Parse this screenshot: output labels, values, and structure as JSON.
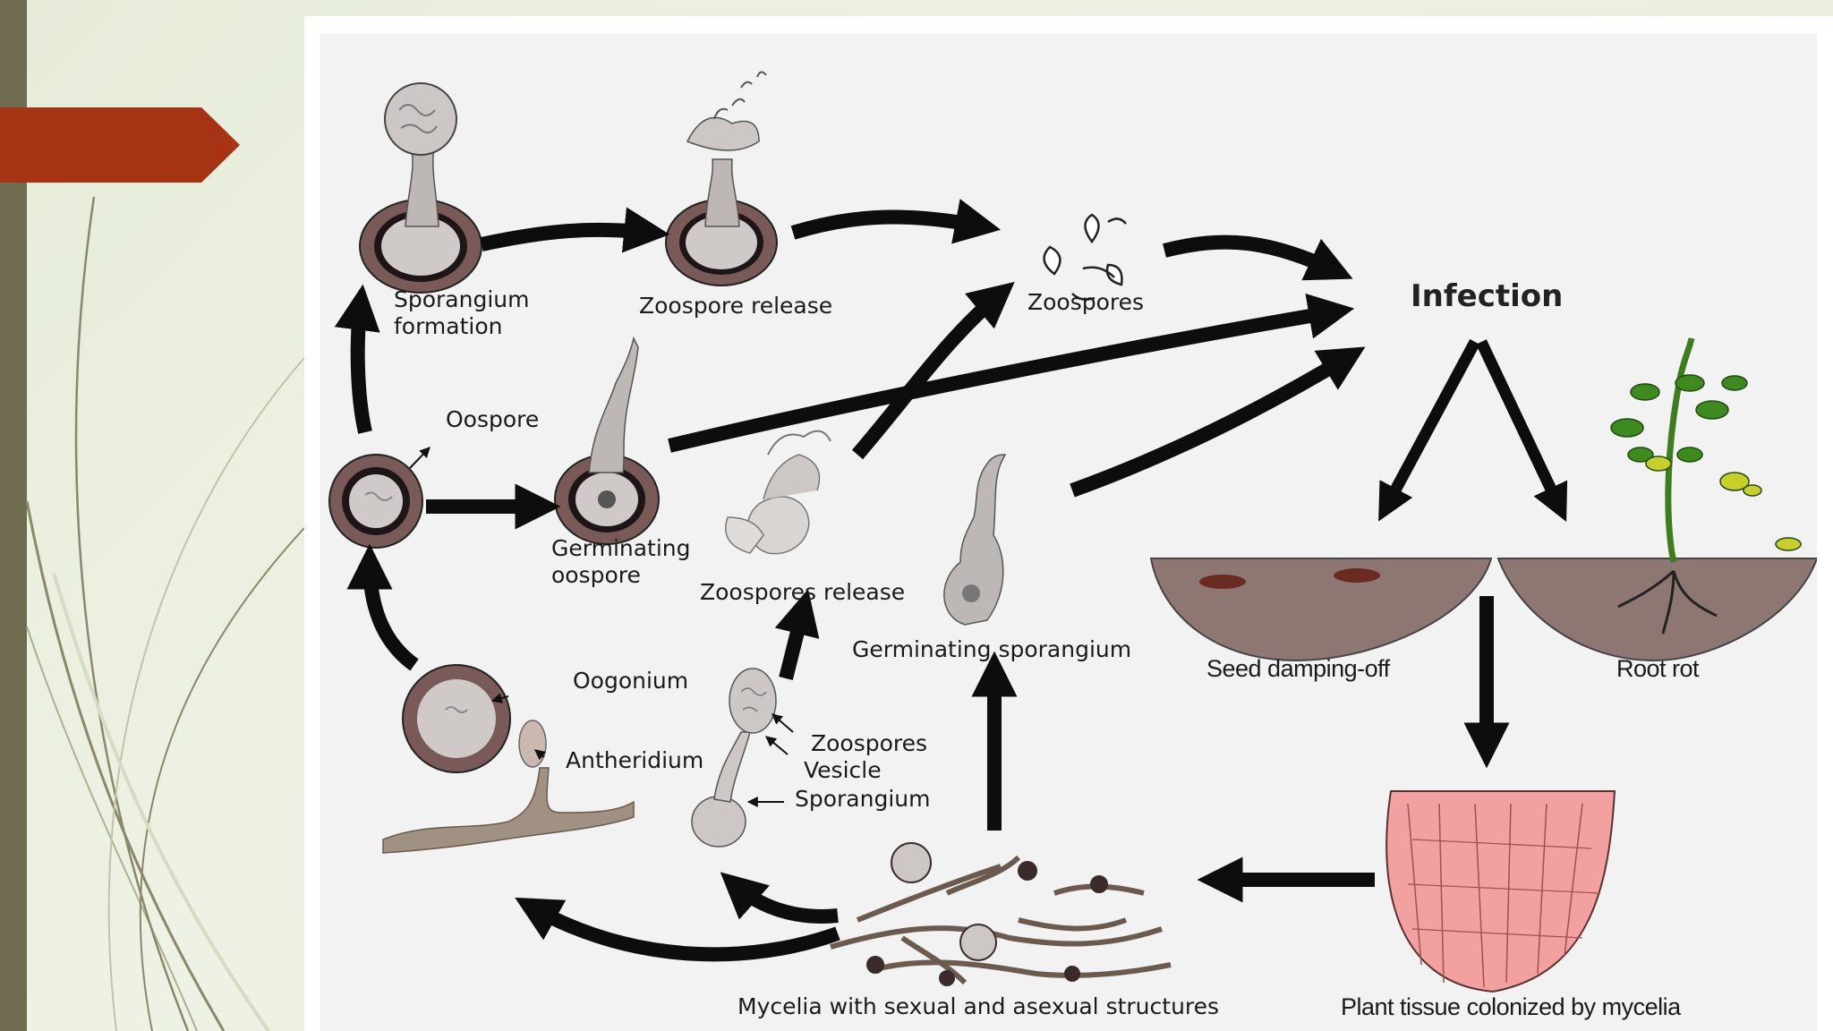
{
  "labels": {
    "sporangium_formation": "Sporangium\nformation",
    "zoospore_release": "Zoospore release",
    "zoospores_top": "Zoospores",
    "infection": "Infection",
    "oospore": "Oospore",
    "germinating_oospore": "Germinating\noospore",
    "zoospores_release": "Zoospores release",
    "germinating_sporangium": "Germinating sporangium",
    "seed_damping_off": "Seed damping-off",
    "root_rot": "Root rot",
    "oogonium": "Oogonium",
    "antheridium": "Antheridium",
    "zoospores_small": "Zoospores",
    "vesicle": "Vesicle",
    "sporangium": "Sporangium",
    "mycelia": "Mycelia with sexual and asexual structures",
    "plant_tissue": "Plant tissue colonized by mycelia"
  },
  "colors": {
    "accent_tab": "#a63414",
    "left_bar": "#6f6b4f",
    "spore_outer": "#7a5a58",
    "spore_inner": "#c9c4c1",
    "soil": "#8e7672",
    "tissue": "#f2a0a0"
  }
}
